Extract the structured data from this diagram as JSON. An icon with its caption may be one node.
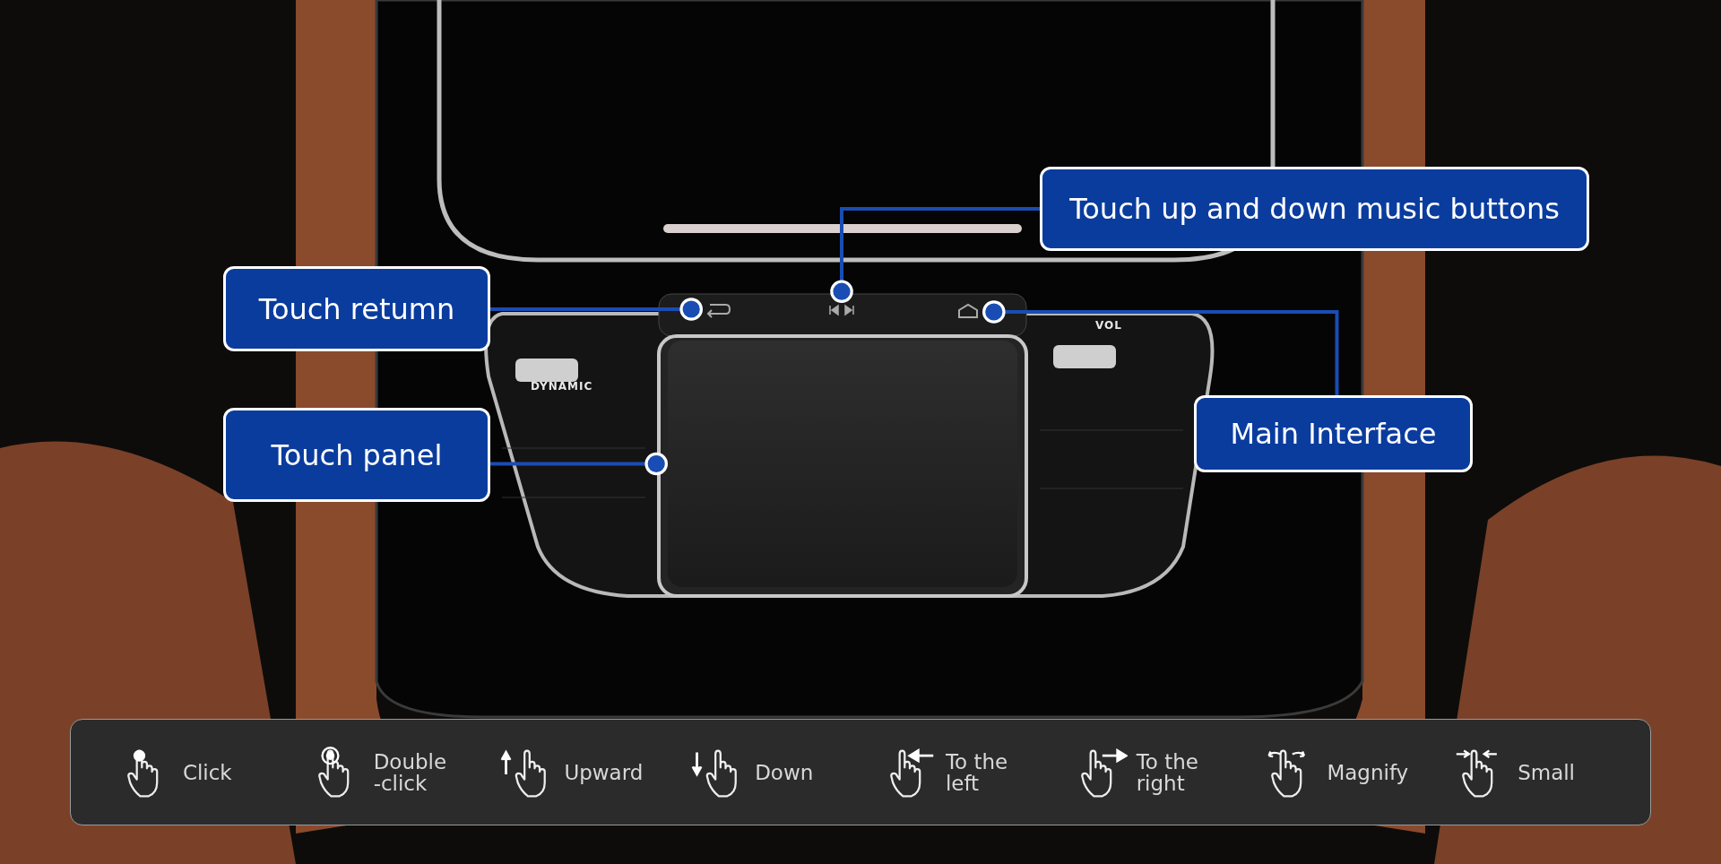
{
  "diagram": {
    "nodes": [
      {
        "text": [
          "Touch retumn"
        ]
      },
      {
        "text": [
          "Touch up and down music buttons"
        ]
      },
      {
        "text": [
          "Main Interface"
        ]
      },
      {
        "text": [
          "Touch panel"
        ]
      },
      {
        "text": [],
        "shape": "picture"
      },
      {
        "text": [],
        "shape": "picture"
      },
      {
        "text": [],
        "shape": "picture"
      },
      {
        "text": [],
        "shape": "picture"
      }
    ],
    "edges": [
      {
        "from": 0,
        "to": 4,
        "arrow": "other"
      },
      {
        "from": 1,
        "to": 5,
        "arrow": "other"
      },
      {
        "from": 2,
        "to": 6,
        "arrow": "other"
      },
      {
        "from": 3,
        "to": 7,
        "arrow": "other"
      }
    ],
    "labels": [
      "DYNAMIC",
      "VOL"
    ],
    "legend": [
      {
        "text": "Click"
      },
      {
        "text": "Double -click"
      },
      {
        "text": "Upward"
      },
      {
        "text": "Down"
      },
      {
        "text": "To the left"
      },
      {
        "text": "To the right"
      },
      {
        "text": "Magnify"
      },
      {
        "text": "Small"
      }
    ]
  }
}
